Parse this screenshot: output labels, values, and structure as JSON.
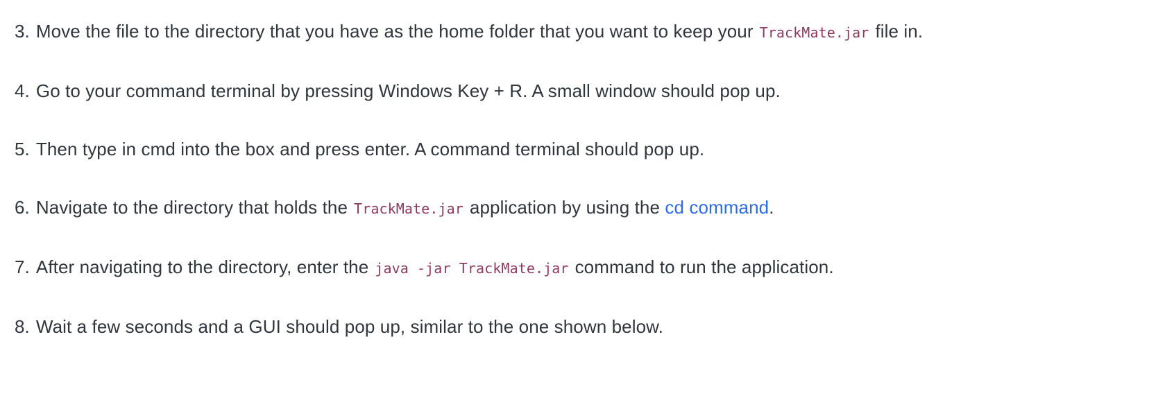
{
  "colors": {
    "background": "#ffffff",
    "body_text": "#30363c",
    "inline_code": "#8e3b60",
    "link": "#2e6ce6"
  },
  "steps": [
    {
      "number": "3.",
      "segments": [
        {
          "t": "text",
          "v": "Move the file to the directory that you have as the home folder that you want to keep your"
        },
        {
          "t": "code",
          "v": "TrackMate.jar"
        },
        {
          "t": "text",
          "v": "file in."
        }
      ]
    },
    {
      "number": "4.",
      "segments": [
        {
          "t": "text",
          "v": "Go to your command terminal by pressing Windows Key + R. A small window should pop up."
        }
      ]
    },
    {
      "number": "5.",
      "segments": [
        {
          "t": "text",
          "v": "Then type in cmd into the box and press enter. A command terminal should pop up."
        }
      ]
    },
    {
      "number": "6.",
      "segments": [
        {
          "t": "text",
          "v": "Navigate to the directory that holds the"
        },
        {
          "t": "code",
          "v": "TrackMate.jar"
        },
        {
          "t": "text",
          "v": "application by using the "
        },
        {
          "t": "link",
          "v": "cd command"
        },
        {
          "t": "text",
          "v": "."
        }
      ]
    },
    {
      "number": "7.",
      "segments": [
        {
          "t": "text",
          "v": "After navigating to the directory, enter the"
        },
        {
          "t": "code",
          "v": "java -jar TrackMate.jar"
        },
        {
          "t": "text",
          "v": "command to run the application."
        }
      ]
    },
    {
      "number": "8.",
      "segments": [
        {
          "t": "text",
          "v": "Wait a few seconds and a GUI should pop up, similar to the one shown below."
        }
      ]
    }
  ]
}
